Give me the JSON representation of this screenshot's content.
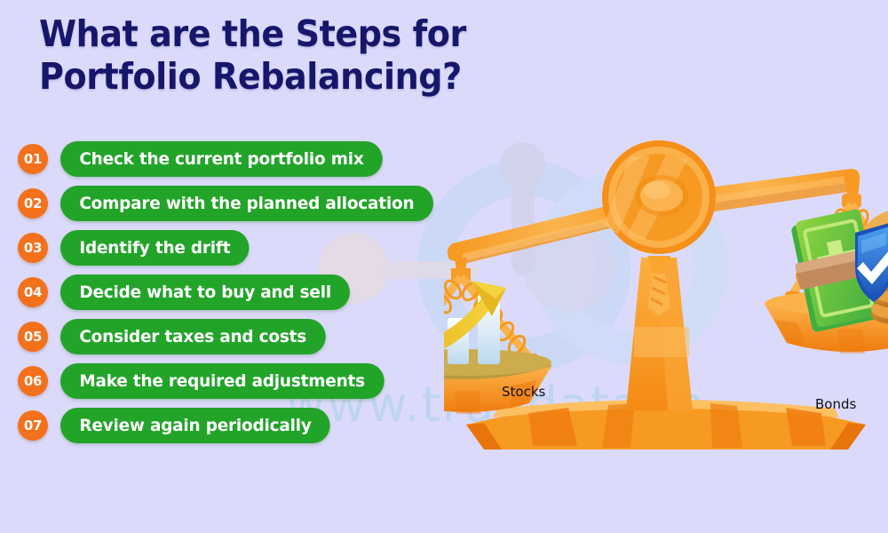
{
  "theme": {
    "background": "#dcdafb",
    "title_color": "#16176b",
    "pill_green": "#22a429",
    "badge_orange": "#f4701b",
    "watermark_color": "#b9d4ef",
    "scale_orange": "#f79a22",
    "scale_orange_dark": "#ef7d12",
    "scale_orange_light": "#fcb košt"
  },
  "title": {
    "line1": "What are the Steps for",
    "line2": "Portfolio Rebalancing?"
  },
  "watermark": {
    "text": "www.truedata.in"
  },
  "steps": [
    {
      "number": "01",
      "label": "Check the current portfolio mix"
    },
    {
      "number": "02",
      "label": "Compare with the planned allocation"
    },
    {
      "number": "03",
      "label": "Identify the drift"
    },
    {
      "number": "04",
      "label": "Decide what to buy and sell"
    },
    {
      "number": "05",
      "label": "Consider taxes and costs"
    },
    {
      "number": "06",
      "label": "Make the required adjustments"
    },
    {
      "number": "07",
      "label": "Review again periodically"
    }
  ],
  "illustration": {
    "name": "balance-scale",
    "left_pan": {
      "label": "Stocks",
      "icons": [
        "bar-chart-icon",
        "up-arrow-icon"
      ],
      "state": "lower"
    },
    "right_pan": {
      "label": "Bonds",
      "icons": [
        "cash-bundle-icon",
        "shield-check-icon",
        "coin-stack-icon"
      ],
      "state": "higher"
    }
  }
}
